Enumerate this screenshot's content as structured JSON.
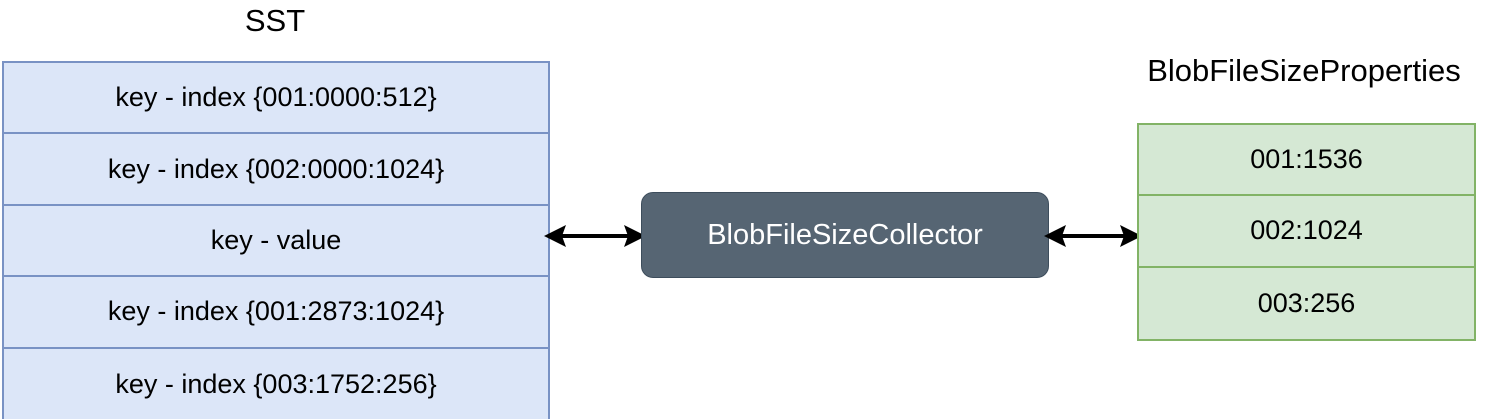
{
  "diagram": {
    "type": "block-diagram",
    "background": "#ffffff",
    "colors": {
      "sst_fill": "#dce6f8",
      "sst_border": "#7992c4",
      "properties_fill": "#d5e8d4",
      "properties_border": "#82b366",
      "collector_fill": "#566573",
      "collector_text": "#ffffff",
      "arrow": "#000000",
      "text": "#000000"
    },
    "sst": {
      "title": "SST",
      "rows": [
        {
          "label": "key - index {001:0000:512}"
        },
        {
          "label": "key - index {002:0000:1024}"
        },
        {
          "label": "key - value"
        },
        {
          "label": "key - index {001:2873:1024}"
        },
        {
          "label": "key - index {003:1752:256}"
        }
      ]
    },
    "collector": {
      "label": "BlobFileSizeCollector"
    },
    "properties": {
      "title": "BlobFileSizeProperties",
      "rows": [
        {
          "label": "001:1536"
        },
        {
          "label": "002:1024"
        },
        {
          "label": "003:256"
        }
      ]
    },
    "connectors": [
      {
        "name": "sst-to-collector",
        "direction": "bidirectional",
        "icon": "double-arrow-icon"
      },
      {
        "name": "collector-to-properties",
        "direction": "bidirectional",
        "icon": "double-arrow-icon"
      }
    ]
  }
}
